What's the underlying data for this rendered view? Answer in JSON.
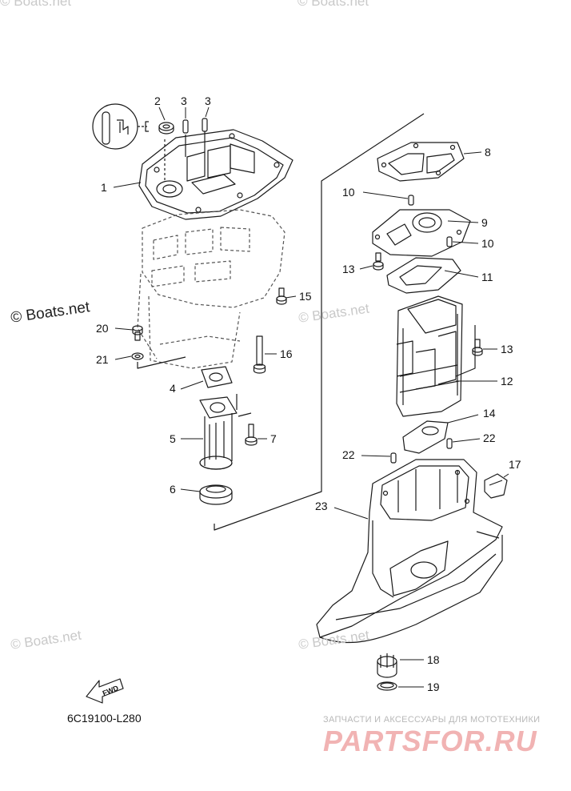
{
  "watermarks": {
    "top_left": "© Boats.net",
    "top_right": "© Boats.net",
    "mid_left": "© Boats.net",
    "mid_right": "© Boats.net",
    "bottom_left": "© Boats.net",
    "bottom_right": "© Boats.net"
  },
  "callouts": {
    "c1": "1",
    "c2": "2",
    "c3a": "3",
    "c3b": "3",
    "c4": "4",
    "c5": "5",
    "c6": "6",
    "c7": "7",
    "c8": "8",
    "c9": "9",
    "c10a": "10",
    "c10b": "10",
    "c11": "11",
    "c12": "12",
    "c13a": "13",
    "c13b": "13",
    "c14": "14",
    "c15": "15",
    "c16": "16",
    "c17": "17",
    "c18": "18",
    "c19": "19",
    "c20": "20",
    "c21": "21",
    "c22a": "22",
    "c22b": "22",
    "c23": "23"
  },
  "fwd_label": "FWD",
  "diagram_code": "6C19100-L280",
  "shop": {
    "tagline": "ЗАПЧАСТИ И АКСЕССУАРЫ ДЛЯ МОТОТЕХНИКИ",
    "logo": "PARTSFOR.RU"
  },
  "colors": {
    "line": "#1a1a1a",
    "watermark": "#c9c9c9",
    "logo": "#f1b3b3"
  }
}
